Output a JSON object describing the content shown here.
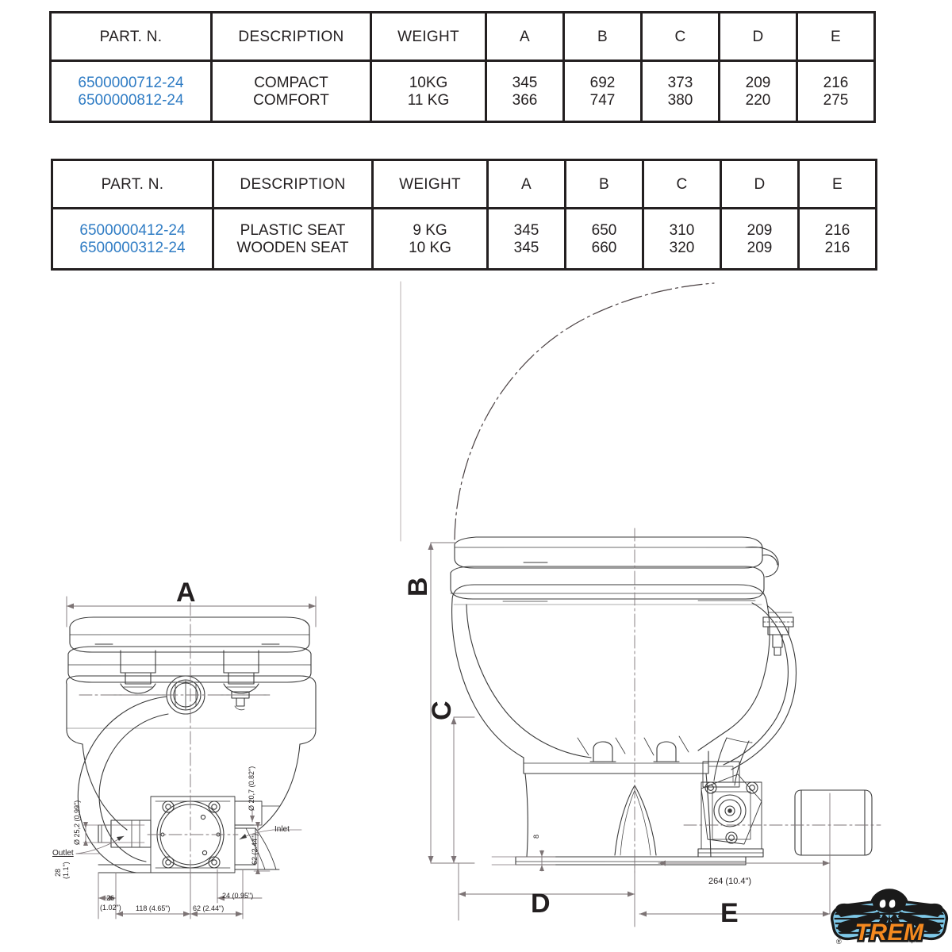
{
  "tables": [
    {
      "id": "compact-comfort",
      "headers": [
        "PART. N.",
        "DESCRIPTION",
        "WEIGHT",
        "A",
        "B",
        "C",
        "D",
        "E"
      ],
      "rows": [
        {
          "part_n": "6500000712-24",
          "description": "COMPACT",
          "weight": "10KG",
          "a": "345",
          "b": "692",
          "c": "373",
          "d": "209",
          "e": "216"
        },
        {
          "part_n": "6500000812-24",
          "description": "COMFORT",
          "weight": "11 KG",
          "a": "366",
          "b": "747",
          "c": "380",
          "d": "220",
          "e": "275"
        }
      ]
    },
    {
      "id": "plastic-wooden-seat",
      "headers": [
        "PART. N.",
        "DESCRIPTION",
        "WEIGHT",
        "A",
        "B",
        "C",
        "D",
        "E"
      ],
      "rows": [
        {
          "part_n": "6500000412-24",
          "description": "PLASTIC SEAT",
          "weight": "9 KG",
          "a": "345",
          "b": "650",
          "c": "310",
          "d": "209",
          "e": "216"
        },
        {
          "part_n": "6500000312-24",
          "description": "WOODEN SEAT",
          "weight": "10 KG",
          "a": "345",
          "b": "660",
          "c": "320",
          "d": "209",
          "e": "216"
        }
      ]
    }
  ],
  "drawings": {
    "front_view": {
      "dimension_letters": [
        "A"
      ],
      "annotations": {
        "outlet_label": "Outlet",
        "inlet_label": "Inlet",
        "outlet_diameter": "Ø 25,2 (0.99\")",
        "inlet_diameter": "Ø 20,7 (0.82\")",
        "outlet_height": "28",
        "outlet_height_inch": "(1.1\")",
        "inlet_height": "62 (2.44\")",
        "left_offset": "26",
        "left_offset_inch": "(1.02\")",
        "width_left": "118 (4.65\")",
        "width_right": "62 (2.44\")",
        "right_offset": "24 (0.95\")"
      }
    },
    "side_view": {
      "dimension_letters": [
        "B",
        "C",
        "D",
        "E"
      ],
      "annotations": {
        "base_thickness": "8",
        "pump_length": "264 (10.4\")"
      }
    }
  },
  "logo": {
    "brand": "TREM",
    "registered_mark": "®",
    "colors": {
      "body_stripe": "#7ec8e8",
      "wordmark": "#f5891f",
      "outline": "#1a1a1a"
    }
  },
  "colors": {
    "part_number_blue": "#2f7cc4",
    "table_border": "#231f20",
    "drawing_line": "#3a3a3a",
    "text": "#231f20"
  }
}
